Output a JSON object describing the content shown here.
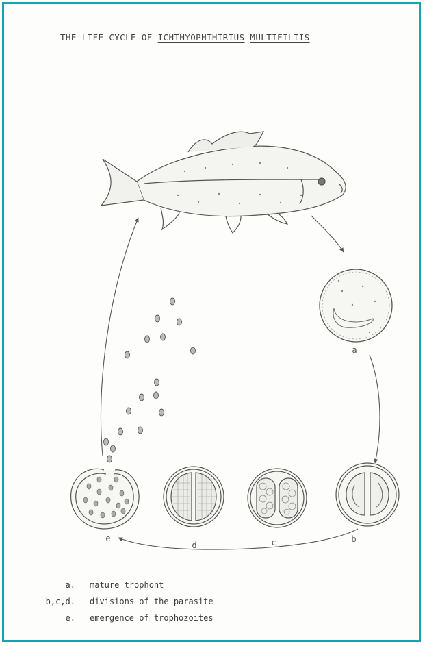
{
  "title": {
    "prefix": "THE LIFE CYCLE OF ",
    "genus": "ICHTHYOPHTHIRIUS",
    "species": "MULTIFILIIS"
  },
  "stage_labels": {
    "a": "a",
    "b": "b",
    "c": "c",
    "d": "d",
    "e": "e"
  },
  "legend": [
    {
      "key": "a.",
      "text": "mature trophont"
    },
    {
      "key": "b,c,d.",
      "text": "divisions of the parasite"
    },
    {
      "key": "e.",
      "text": "emergence of trophozoites"
    }
  ],
  "colors": {
    "frame": "#12a6ad",
    "ink": "#555555"
  }
}
